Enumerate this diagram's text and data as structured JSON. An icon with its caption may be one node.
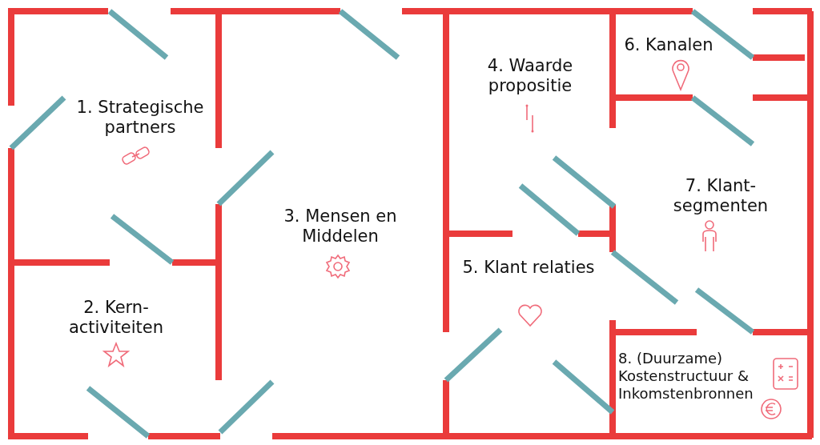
{
  "diagram": {
    "labels": [
      "1. Strategische partners",
      "2. Kern- activiteiten",
      "3. Mensen en Middelen",
      "4. Waarde propositie",
      "5. Klant relaties",
      "6. Kanalen",
      "7. Klant- segmenten",
      "8. (Duurzame) Kostenstructuur & Inkomstenbronnen"
    ]
  }
}
